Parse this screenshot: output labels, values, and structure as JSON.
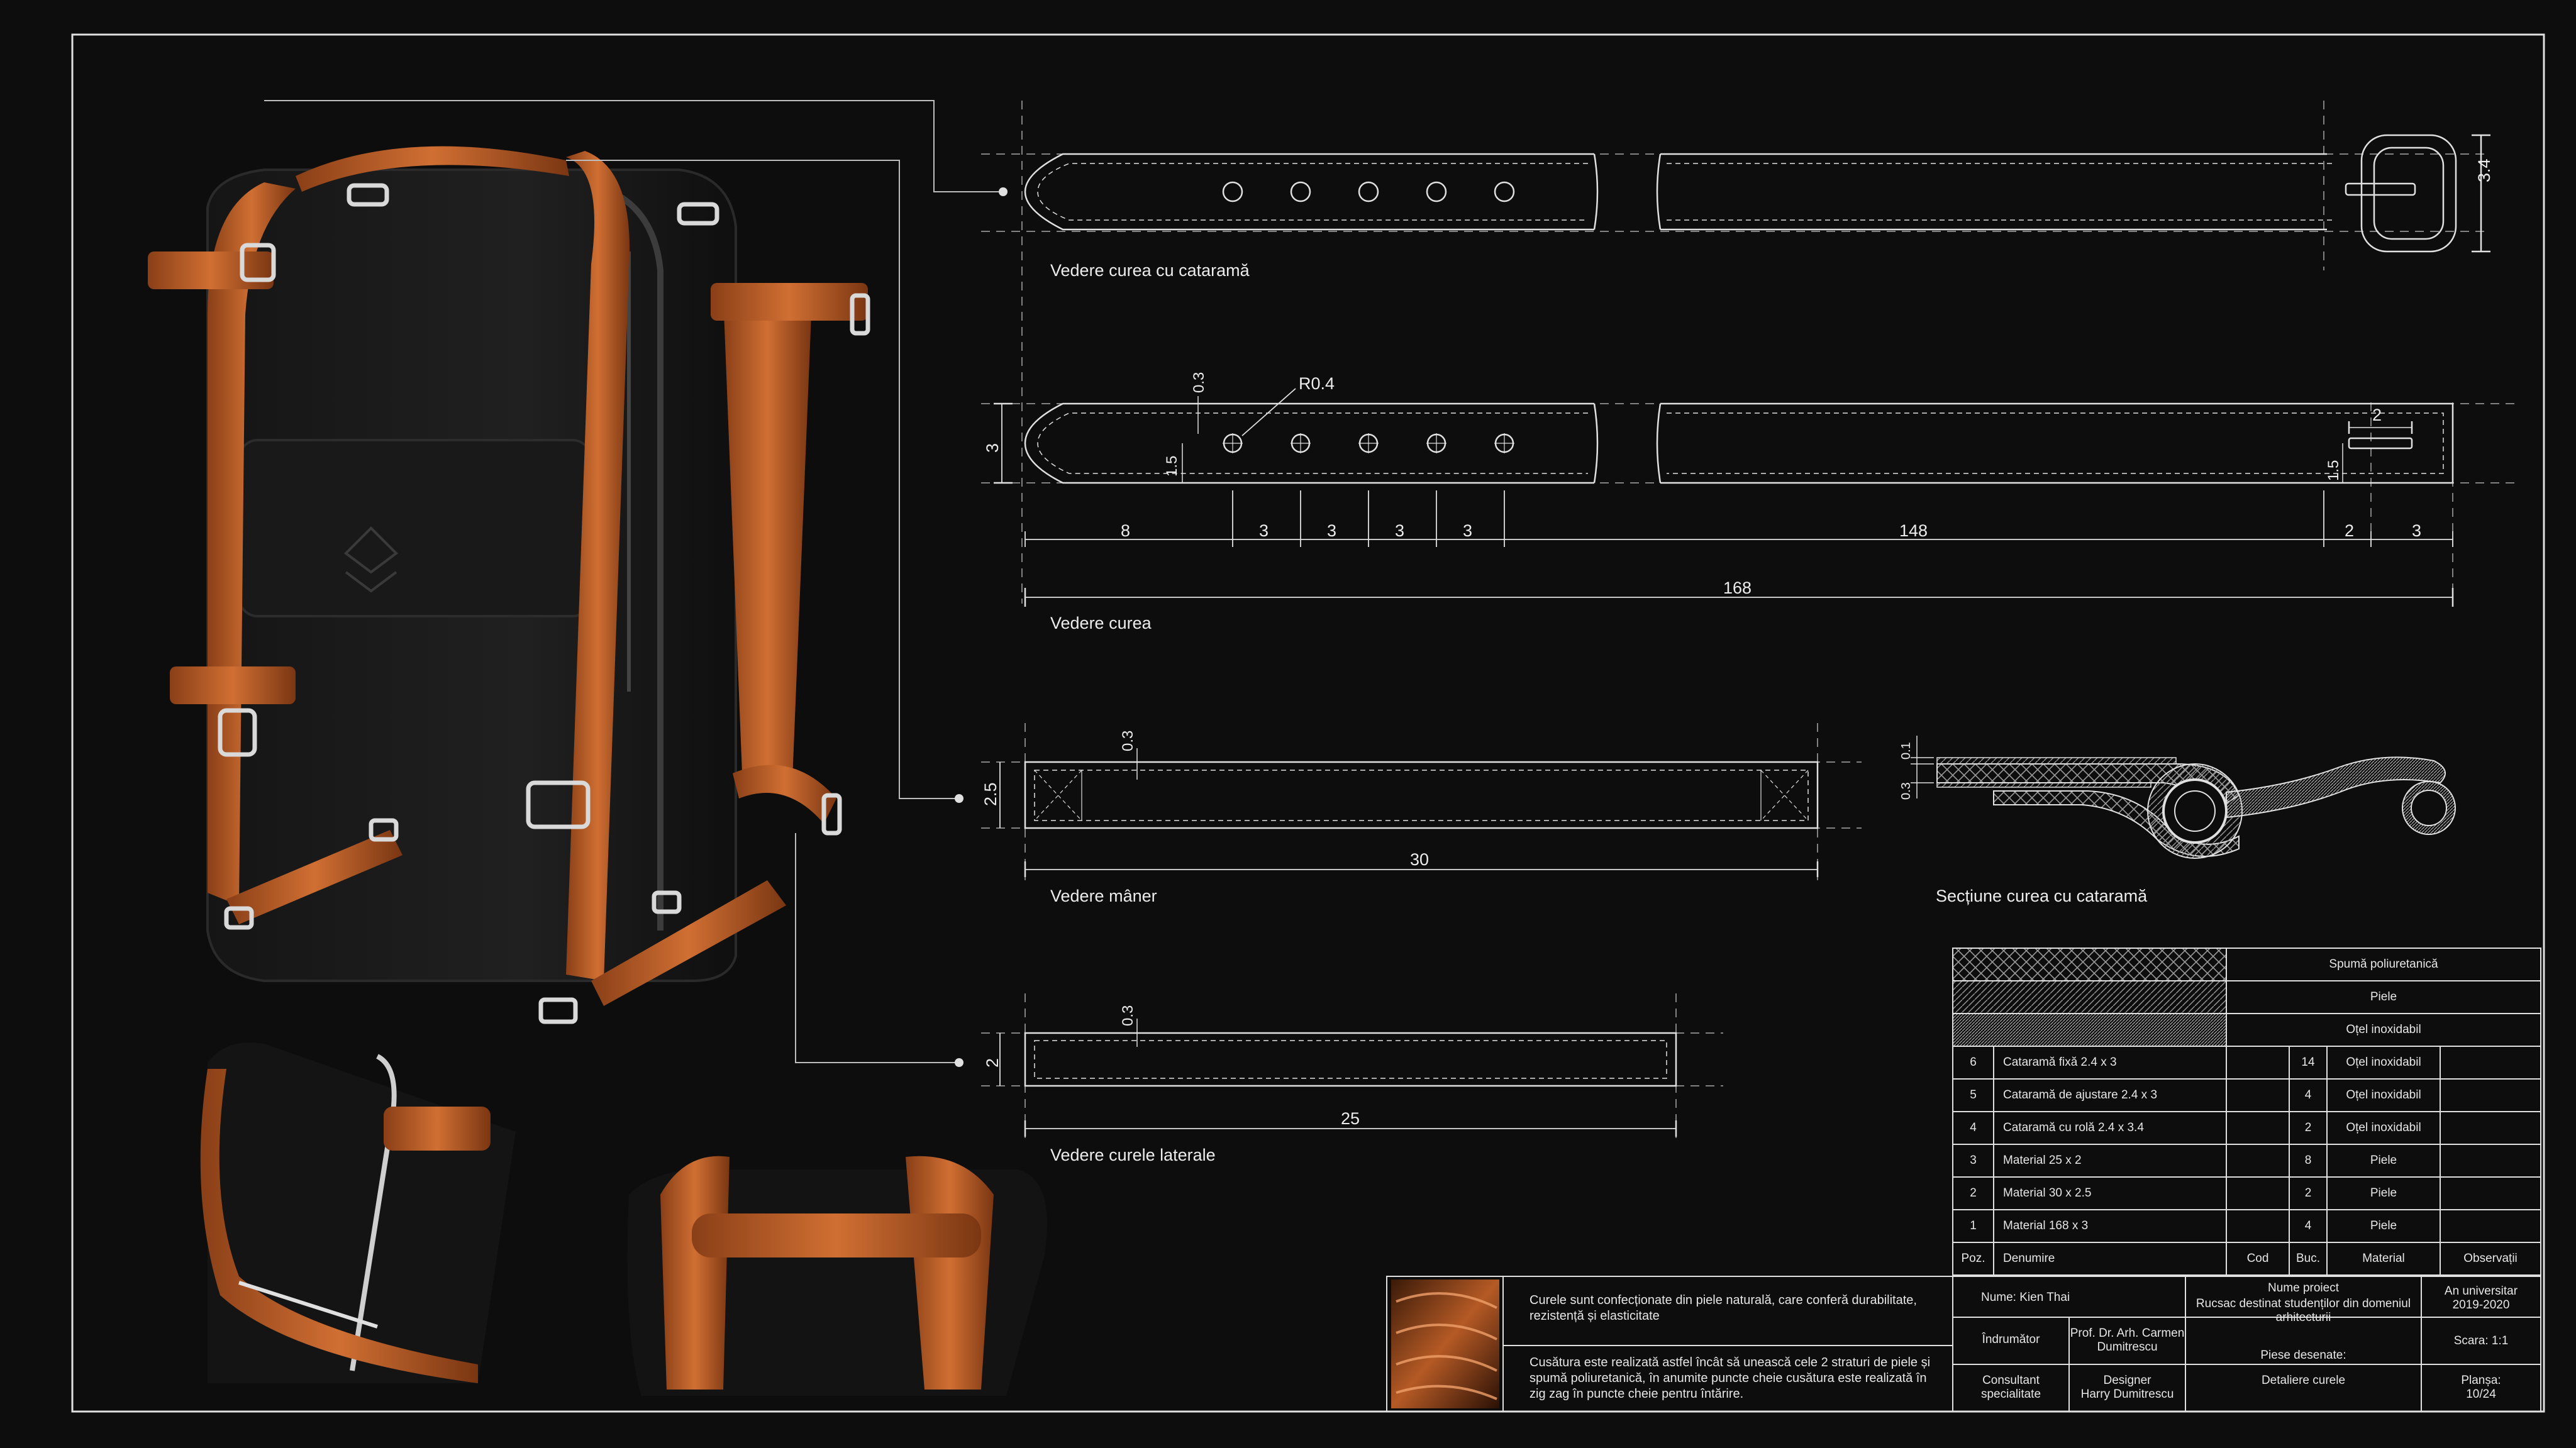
{
  "colors": {
    "leather": "#c0622a",
    "leather_dark": "#8a3f17",
    "line": "#dedede",
    "bg": "#0d0d0d"
  },
  "views": {
    "buckle_strap": "Vedere curea cu cataramă",
    "strap": "Vedere curea",
    "handle": "Vedere mâner",
    "side_straps": "Vedere curele laterale",
    "section": "Secțiune curea cu cataramă"
  },
  "dims": {
    "buckle_height": "3.4",
    "radius": "R0.4",
    "hole_offset": "0.3",
    "strap_width": "3",
    "hole_center": "1.5",
    "slot_width": "2",
    "slot_center": "1.5",
    "seg_8": "8",
    "seg_3a": "3",
    "seg_3b": "3",
    "seg_3c": "3",
    "seg_3d": "3",
    "seg_148": "148",
    "seg_2": "2",
    "seg_3e": "3",
    "total_168": "168",
    "handle_offset": "0.3",
    "handle_width": "2.5",
    "handle_length": "30",
    "side_offset": "0.3",
    "side_width": "2",
    "side_length": "25",
    "sec_top": "0.1",
    "sec_bottom": "0.3"
  },
  "legend": [
    {
      "material": "Spumă poliuretanică",
      "pattern": "crosshatch"
    },
    {
      "material": "Piele",
      "pattern": "diagonal"
    },
    {
      "material": "Oțel inoxidabil",
      "pattern": "dense"
    }
  ],
  "parts": [
    {
      "poz": "6",
      "name": "Cataramă fixă 2.4 x 3",
      "cod": "",
      "buc": "14",
      "material": "Oțel inoxidabil",
      "obs": ""
    },
    {
      "poz": "5",
      "name": "Cataramă de ajustare 2.4 x 3",
      "cod": "",
      "buc": "4",
      "material": "Oțel inoxidabil",
      "obs": ""
    },
    {
      "poz": "4",
      "name": "Cataramă cu rolă 2.4 x 3.4",
      "cod": "",
      "buc": "2",
      "material": "Oțel inoxidabil",
      "obs": ""
    },
    {
      "poz": "3",
      "name": "Material 25 x 2",
      "cod": "",
      "buc": "8",
      "material": "Piele",
      "obs": ""
    },
    {
      "poz": "2",
      "name": "Material 30 x 2.5",
      "cod": "",
      "buc": "2",
      "material": "Piele",
      "obs": ""
    },
    {
      "poz": "1",
      "name": "Material 168 x 3",
      "cod": "",
      "buc": "4",
      "material": "Piele",
      "obs": ""
    }
  ],
  "parts_header": {
    "poz": "Poz.",
    "name": "Denumire",
    "cod": "Cod",
    "buc": "Buc.",
    "material": "Material",
    "obs": "Observații"
  },
  "notes": {
    "note1": "Curele sunt confecționate din piele naturală, care conferă durabilitate, rezistență și elasticitate",
    "note2": "Cusătura este realizată astfel încât să unească cele 2 straturi de piele și spumă poliuretanică, în anumite puncte cheie cusătura este realizată în zig zag în puncte cheie pentru întărire."
  },
  "title_block": {
    "name": "Nume: Kien Thai",
    "project_label": "Nume proiect",
    "project": "Rucsac destinat studenților din domeniul arhitecturii",
    "year_label": "An universitar",
    "year": "2019-2020",
    "tutor_label": "Îndrumător",
    "tutor": "Prof. Dr. Arh. Carmen Dumitrescu",
    "drawings_label": "Piese desenate:",
    "drawings": "Detaliere curele",
    "scale": "Scara: 1:1",
    "consultant_label": "Consultant specialitate",
    "designer_label": "Designer",
    "designer": "Harry Dumitrescu",
    "sheet_label": "Planșa:",
    "sheet": "10/24"
  }
}
